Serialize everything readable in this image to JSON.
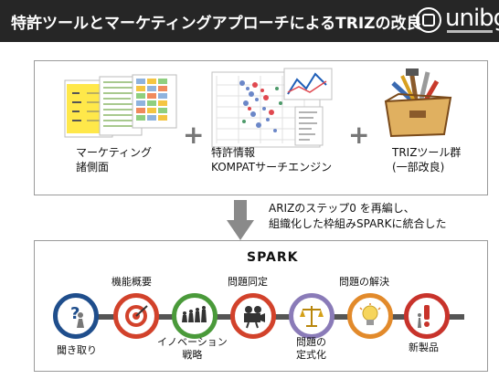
{
  "header": {
    "title": "特許ツールとマーケティングアプローチによるTRIZの改良",
    "logo_text": "unibg"
  },
  "inputs": {
    "marketing": {
      "line1": "マーケティング",
      "line2": "諸側面"
    },
    "patent": {
      "line1": "特許情報",
      "line2": "KOMPATサーチエンジン"
    },
    "triz": {
      "line1": "TRIZツール群",
      "line2": "(一部改良)"
    },
    "plus": "+"
  },
  "arrow_text": {
    "line1": "ARIZのステップ0 を再編し、",
    "line2": "組織化した枠組みSPARKに統合した"
  },
  "spark": {
    "title": "SPARK",
    "stages": [
      {
        "line1": "聞き取り",
        "line2": "",
        "color": "#1f4e8c",
        "icon": "question-person-icon"
      },
      {
        "line1": "機能概要",
        "line2": "",
        "color": "#d2422b",
        "icon": "target-icon"
      },
      {
        "line1": "イノベーション",
        "line2": "戦略",
        "color": "#4a9a3a",
        "icon": "evolution-icon"
      },
      {
        "line1": "問題同定",
        "line2": "",
        "color": "#d2422b",
        "icon": "camera-icon"
      },
      {
        "line1": "問題の",
        "line2": "定式化",
        "color": "#8a7bb8",
        "icon": "scales-icon"
      },
      {
        "line1": "問題の解決",
        "line2": "",
        "color": "#e28a2b",
        "icon": "lightbulb-icon"
      },
      {
        "line1": "新製品",
        "line2": "",
        "color": "#c8332b",
        "icon": "exclamation-icon"
      }
    ]
  }
}
